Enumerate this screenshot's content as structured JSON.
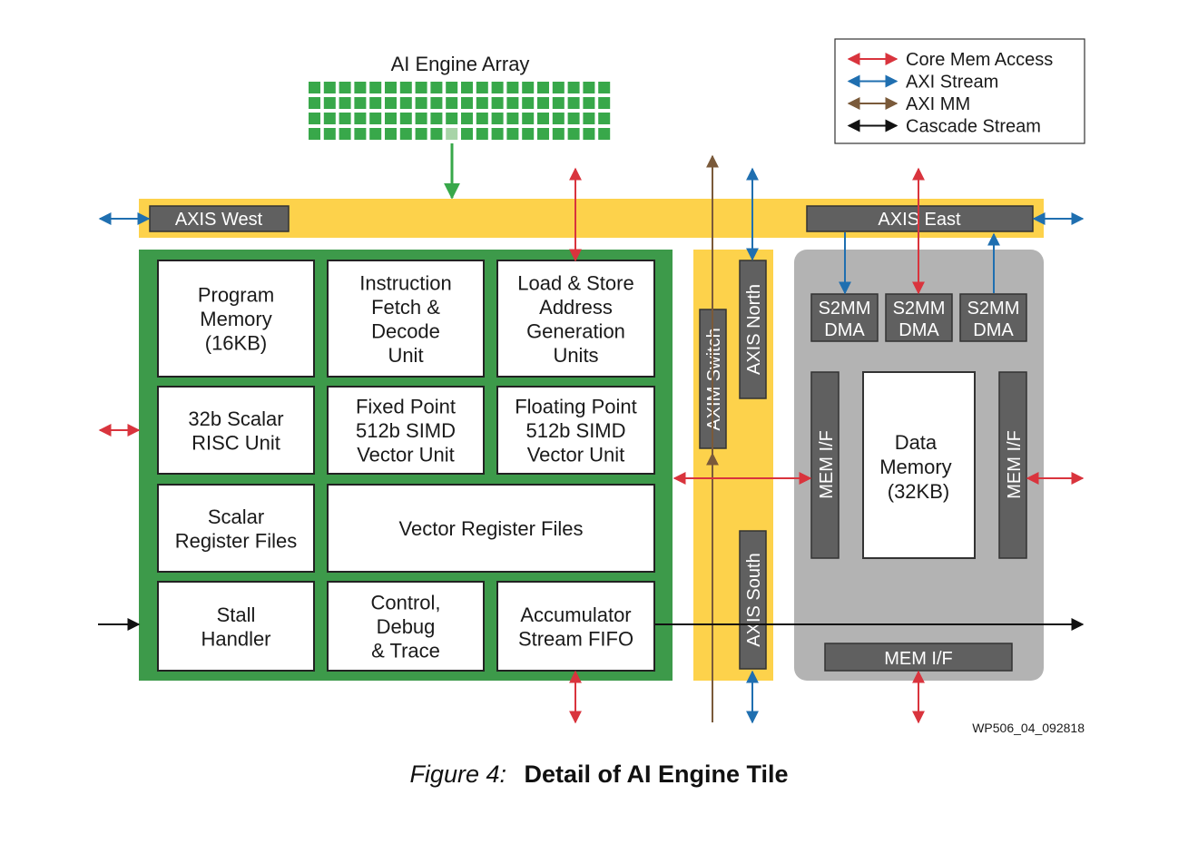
{
  "colors": {
    "green": "#3d9a4a",
    "grid_green": "#38a84a",
    "yellow": "#fdd24b",
    "dark_gray": "#606060",
    "light_gray": "#b3b3b3",
    "red": "#d9343d",
    "blue": "#1f6fb0",
    "brown": "#7a5a3a",
    "black": "#111111"
  },
  "array_label": "AI Engine Array",
  "legend": [
    {
      "label": "Core Mem Access",
      "color": "#d9343d"
    },
    {
      "label": "AXI Stream",
      "color": "#1f6fb0"
    },
    {
      "label": "AXI MM",
      "color": "#7a5a3a"
    },
    {
      "label": "Cascade Stream",
      "color": "#111111"
    }
  ],
  "bars": {
    "axis_west": "AXIS West",
    "axis_east": "AXIS East",
    "axim_switch": "AXIM Switch",
    "axis_north": "AXIS North",
    "axis_south": "AXIS South",
    "mem_if_left": "MEM I/F",
    "mem_if_right": "MEM I/F",
    "mem_if_bottom": "MEM I/F"
  },
  "dma": [
    {
      "line1": "S2MM",
      "line2": "DMA"
    },
    {
      "line1": "S2MM",
      "line2": "DMA"
    },
    {
      "line1": "S2MM",
      "line2": "DMA"
    }
  ],
  "data_memory": [
    "Data",
    "Memory",
    "(32KB)"
  ],
  "core_blocks": {
    "program_memory": [
      "Program",
      "Memory",
      "(16KB)"
    ],
    "instruction_fetch": [
      "Instruction",
      "Fetch &",
      "Decode",
      "Unit"
    ],
    "load_store": [
      "Load & Store",
      "Address",
      "Generation",
      "Units"
    ],
    "scalar_risc": [
      "32b Scalar",
      "RISC Unit"
    ],
    "fixed_point": [
      "Fixed Point",
      "512b SIMD",
      "Vector Unit"
    ],
    "floating_point": [
      "Floating Point",
      "512b SIMD",
      "Vector Unit"
    ],
    "scalar_regs": [
      "Scalar",
      "Register Files"
    ],
    "vector_regs": [
      "Vector Register Files"
    ],
    "stall_handler": [
      "Stall",
      "Handler"
    ],
    "control_debug": [
      "Control,",
      "Debug",
      "& Trace"
    ],
    "accumulator": [
      "Accumulator",
      "Stream FIFO"
    ]
  },
  "figure_id": "WP506_04_092818",
  "caption": {
    "figure": "Figure 4:",
    "title": "Detail of AI Engine Tile"
  }
}
